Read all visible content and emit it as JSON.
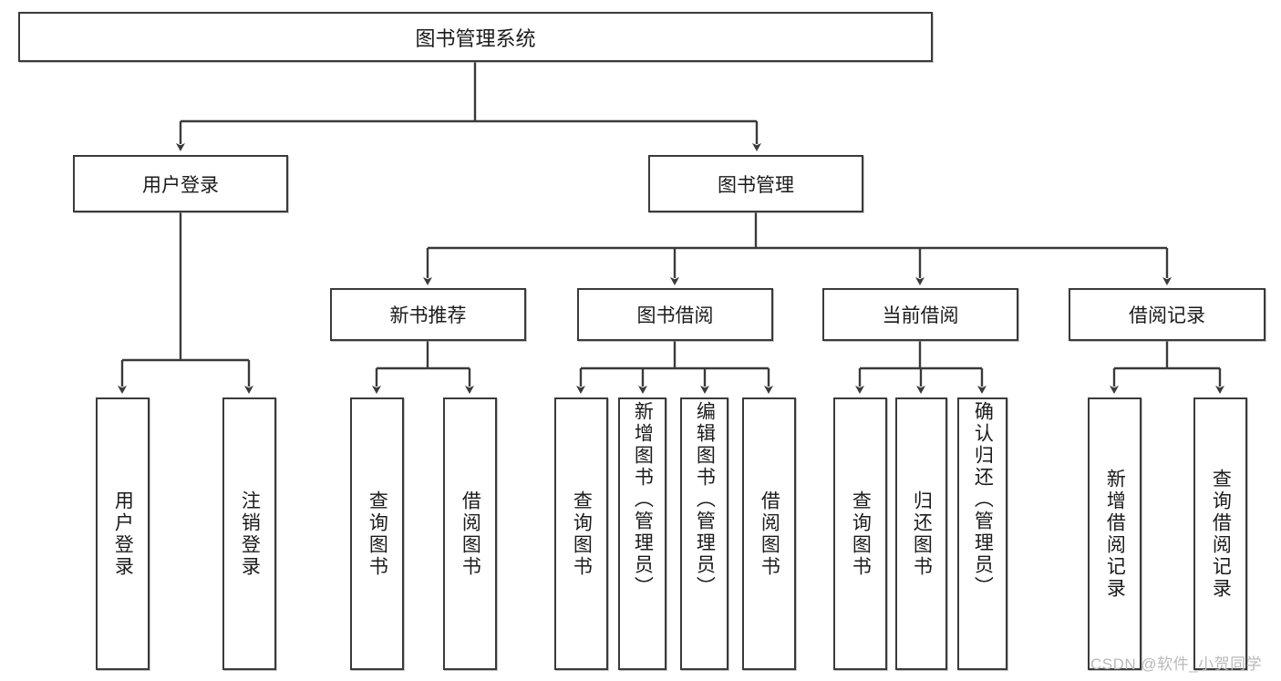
{
  "diagram": {
    "type": "tree",
    "title": "图书管理系统",
    "root": {
      "label": "图书管理系统"
    },
    "level1": [
      {
        "label": "用户登录"
      },
      {
        "label": "图书管理"
      }
    ],
    "level2": [
      {
        "label": "新书推荐"
      },
      {
        "label": "图书借阅"
      },
      {
        "label": "当前借阅"
      },
      {
        "label": "借阅记录"
      }
    ],
    "leaves": {
      "user_login": [
        {
          "label": "用户登录"
        },
        {
          "label": "注销登录"
        }
      ],
      "new_book": [
        {
          "label": "查询图书"
        },
        {
          "label": "借阅图书"
        }
      ],
      "book_borrow": [
        {
          "label": "查询图书"
        },
        {
          "label": "新增图书（管理员）"
        },
        {
          "label": "编辑图书（管理员）"
        },
        {
          "label": "借阅图书"
        }
      ],
      "current_borrow": [
        {
          "label": "查询图书"
        },
        {
          "label": "归还图书"
        },
        {
          "label": "确认归还（管理员）"
        }
      ],
      "borrow_record": [
        {
          "label": "新增借阅记录"
        },
        {
          "label": "查询借阅记录"
        }
      ]
    }
  },
  "watermark": {
    "text": "CSDN @软件_小贺同学"
  },
  "colors": {
    "stroke": "#3a3a3a",
    "fill": "#ffffff",
    "text": "#1b1b1b",
    "watermark": "#b9b9b9"
  }
}
